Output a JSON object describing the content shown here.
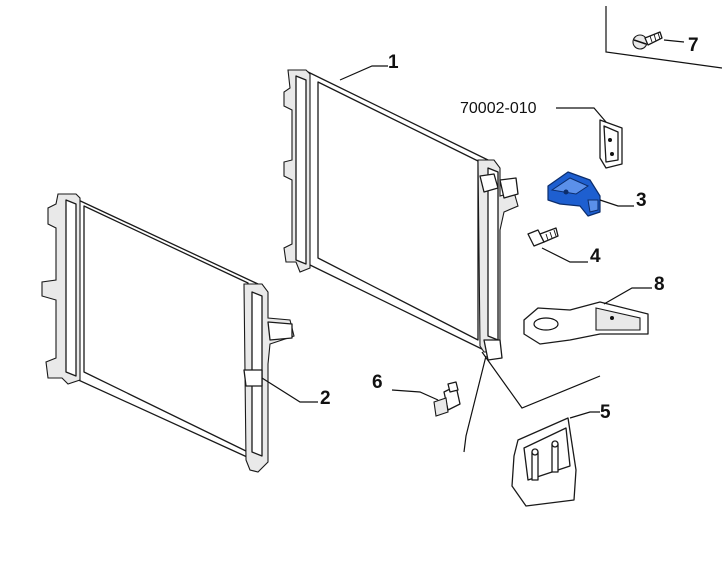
{
  "diagram": {
    "callouts": {
      "c1": "1",
      "c2": "2",
      "c3": "3",
      "c4": "4",
      "c5": "5",
      "c6": "6",
      "c7": "7",
      "c8": "8"
    },
    "reference_code": "70002-010",
    "highlight_color": "#1e5fd0"
  }
}
